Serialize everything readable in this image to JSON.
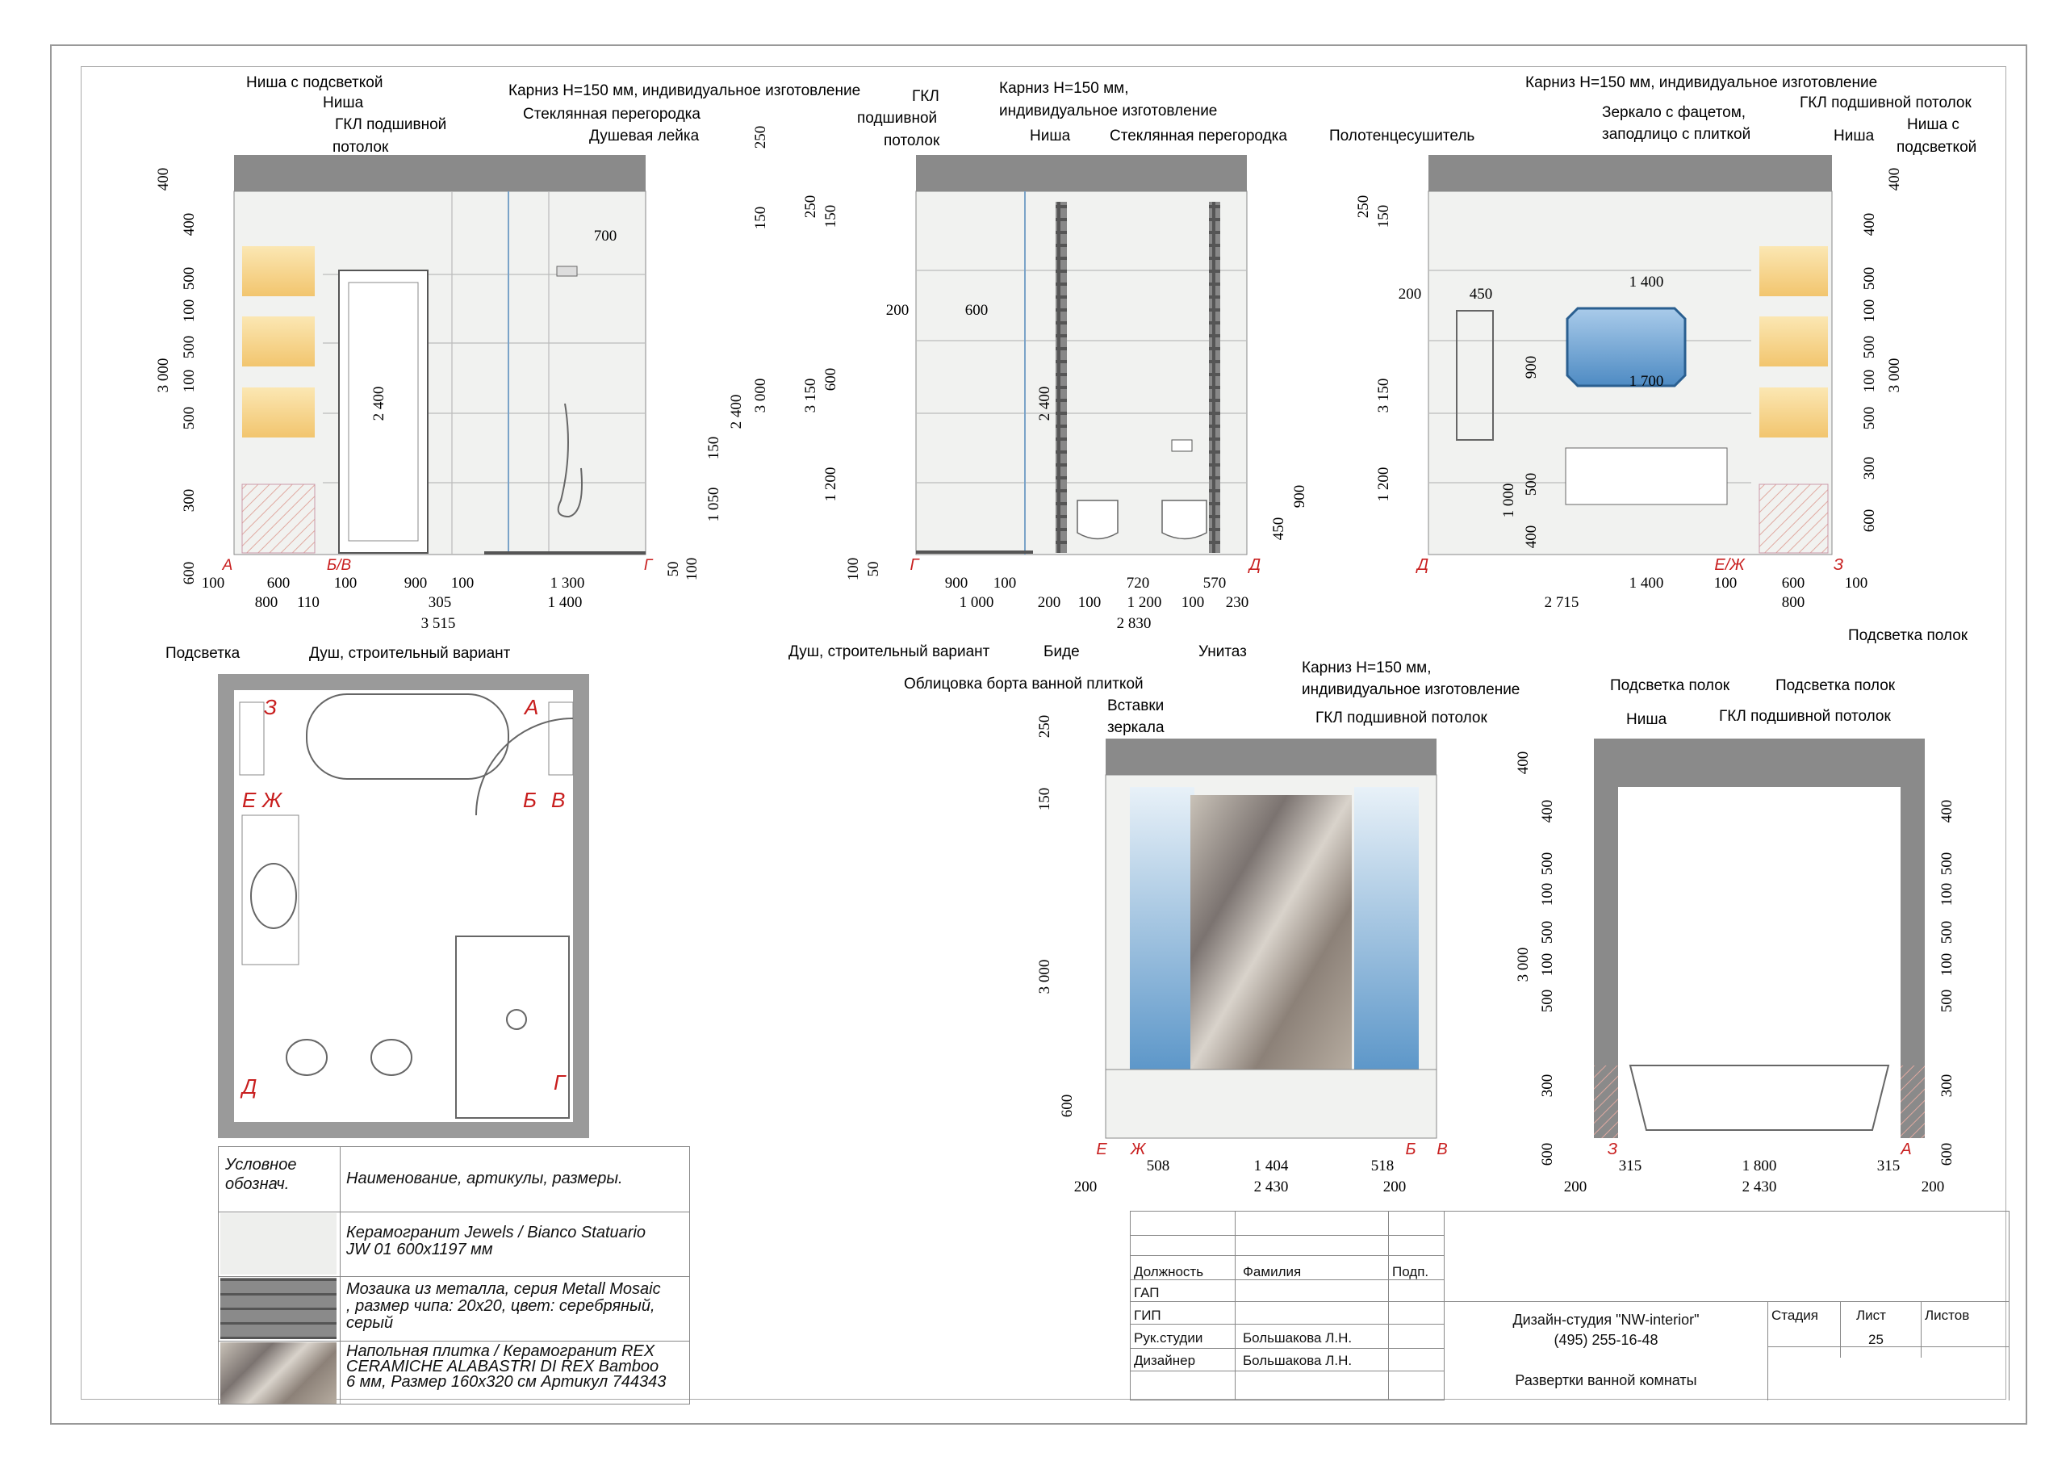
{
  "elev1": {
    "labels": [
      "Ниша с подсветкой",
      "Ниша",
      "ГКЛ подшивной",
      "потолок",
      "Карниз Н=150 мм, индивидуальное изготовление",
      "Стеклянная перегородка",
      "Душевая лейка",
      "Подсветка",
      "Душ, строительный вариант"
    ],
    "left_dims": [
      "400",
      "400",
      "500",
      "100",
      "500",
      "100",
      "500",
      "300",
      "600",
      "3 000"
    ],
    "right_dims": [
      "250",
      "150",
      "3 000",
      "2 400",
      "150",
      "1 050",
      "50",
      "100"
    ],
    "inner": [
      "700",
      "2 400"
    ],
    "bottom1": [
      "100",
      "600",
      "100",
      "900",
      "305",
      "100",
      "1 300"
    ],
    "bottom2": [
      "800",
      "110",
      "1 400"
    ],
    "bottom3": [
      "3 515"
    ],
    "marks": [
      "А",
      "Б/В",
      "Г"
    ]
  },
  "elev2": {
    "labels": [
      "ГКЛ",
      "подшивной",
      "потолок",
      "Карниз Н=150 мм,",
      "индивидуальное изготовление",
      "Ниша",
      "Стеклянная перегородка",
      "Душ, строительный вариант",
      "Биде",
      "Унитаз"
    ],
    "left_dims": [
      "250",
      "150",
      "200",
      "600",
      "3 150",
      "600",
      "1 200",
      "100",
      "50"
    ],
    "inner": [
      "2 400",
      "450",
      "900"
    ],
    "bottom1": [
      "900",
      "100",
      "720",
      "570"
    ],
    "bottom2": [
      "1 000",
      "200",
      "100",
      "1 200",
      "100",
      "230"
    ],
    "bottom3": [
      "2 830"
    ],
    "marks": [
      "Г",
      "Д"
    ]
  },
  "elev3": {
    "labels": [
      "Полотенцесушитель",
      "Карниз Н=150 мм, индивидуальное изготовление",
      "Зеркало с фацетом,",
      "заподлицо с плиткой",
      "ГКЛ подшивной потолок",
      "Ниша",
      "Ниша с",
      "подсветкой",
      "Подсветка полок"
    ],
    "left_dims": [
      "250",
      "150",
      "200",
      "3 150",
      "1 200"
    ],
    "inner": [
      "450",
      "1 400",
      "1 700",
      "900",
      "500",
      "1 000",
      "400"
    ],
    "right_dims": [
      "400",
      "400",
      "500",
      "100",
      "500",
      "100",
      "500",
      "300",
      "600",
      "3 000"
    ],
    "bottom1": [
      "1 400",
      "100",
      "600",
      "100"
    ],
    "bottom2": [
      "2 715",
      "800"
    ],
    "marks": [
      "Д",
      "Е/Ж",
      "З"
    ]
  },
  "elev4": {
    "labels": [
      "Облицовка борта ванной плиткой",
      "Вставки",
      "зеркала",
      "Карниз Н=150 мм,",
      "индивидуальное изготовление",
      "ГКЛ подшивной потолок"
    ],
    "left_dims": [
      "250",
      "150",
      "3 000",
      "600"
    ],
    "bottom1": [
      "508",
      "1 404",
      "518"
    ],
    "bottom2": [
      "200",
      "2 430",
      "200"
    ],
    "marks": [
      "Е",
      "Ж",
      "Б",
      "В"
    ]
  },
  "elev5": {
    "labels": [
      "Подсветка полок",
      "Подсветка полок",
      "Ниша",
      "ГКЛ подшивной потолок"
    ],
    "left_dims": [
      "400",
      "400",
      "500",
      "100",
      "500",
      "100",
      "500",
      "3 000",
      "300",
      "600"
    ],
    "right_dims": [
      "400",
      "500",
      "100",
      "500",
      "100",
      "500",
      "300",
      "600"
    ],
    "bottom1": [
      "315",
      "1 800",
      "315"
    ],
    "bottom2": [
      "200",
      "2 430",
      "200"
    ],
    "marks": [
      "З",
      "А"
    ]
  },
  "plan": {
    "marks": [
      "З",
      "А",
      "Е",
      "Ж",
      "Б",
      "В",
      "Д",
      "Г"
    ]
  },
  "legend": {
    "h1": "Условное обознач.",
    "h2": "Наименование, артикулы, размеры.",
    "rows": [
      "Керамогранит Jewels / Bianco Statuario JW 01 600x1197 мм",
      "Мозаика из металла, серия Metall Mosaic , размер чипа: 20x20, цвет: серебряный, серый",
      "Напольная плитка / Керамогранит REX CERAMICHE ALABASTRI DI REX Bamboo 6 мм, Размер 160х320 см Артикул 744343"
    ]
  },
  "stamp": {
    "col_role": "Должность",
    "col_name": "Фамилия",
    "col_sign": "Подп.",
    "rows": [
      {
        "role": "ГАП",
        "name": ""
      },
      {
        "role": "ГИП",
        "name": ""
      },
      {
        "role": "Рук.студии",
        "name": "Большакова Л.Н."
      },
      {
        "role": "Дизайнер",
        "name": "Большакова Л.Н."
      }
    ],
    "studio": "Дизайн-студия \"NW-interior\"",
    "phone": "(495) 255-16-48",
    "title": "Развертки ванной комнаты",
    "stage_label": "Стадия",
    "sheet_label": "Лист",
    "sheets_label": "Листов",
    "sheet": "25"
  },
  "colors": {
    "ceiling": "#8a8a8a",
    "glow": "#f4c96a",
    "tile": "#f1f2f0",
    "mirror": "#6fa6d6",
    "accent_red": "#c81e1e"
  }
}
